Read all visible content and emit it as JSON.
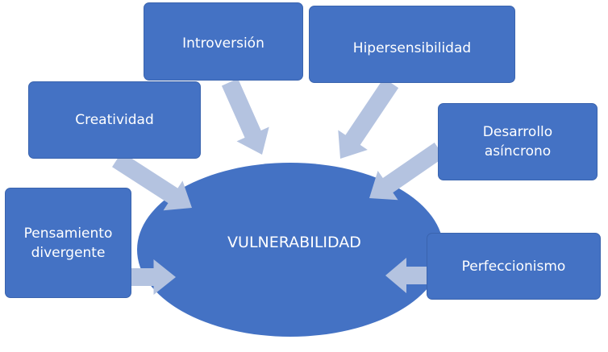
{
  "center": {
    "label": "VULNERABILIDAD"
  },
  "nodes": [
    {
      "label": "Introversión"
    },
    {
      "label": "Hipersensibilidad"
    },
    {
      "label": "Creatividad"
    },
    {
      "label": "Desarrollo asíncrono"
    },
    {
      "label": "Pensamiento divergente"
    },
    {
      "label": "Perfeccionismo"
    }
  ],
  "colors": {
    "node": "#4472C4",
    "arrow": "#B4C3E0"
  }
}
